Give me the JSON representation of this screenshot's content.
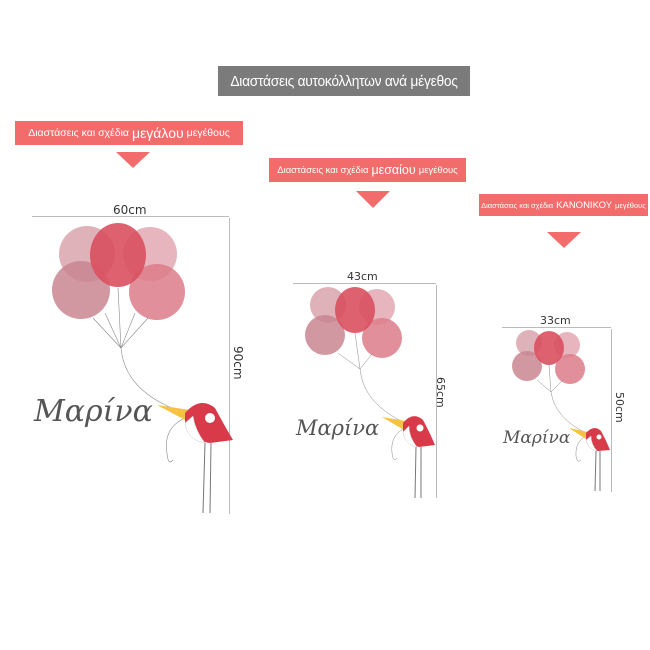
{
  "header": {
    "title": "Διαστάσεις αυτοκόλλητων ανά μέγεθος"
  },
  "sizes": [
    {
      "id": "large",
      "banner_prefix": "Διαστάσεις και σχέδια",
      "banner_emphasis": "μεγάλου",
      "banner_suffix": "μεγέθους",
      "width_label": "60cm",
      "height_label": "90cm",
      "name_text": "Μαρίνα"
    },
    {
      "id": "medium",
      "banner_prefix": "Διαστάσεις και σχέδια",
      "banner_emphasis": "μεσαίου",
      "banner_suffix": "μεγέθους",
      "width_label": "43cm",
      "height_label": "65cm",
      "name_text": "Μαρίνα"
    },
    {
      "id": "small",
      "banner_prefix": "Διαστάσεις και σχέδια",
      "banner_emphasis": "ΚΑΝΟΝΙΚΟΥ",
      "banner_suffix": "μεγέθους",
      "width_label": "33cm",
      "height_label": "50cm",
      "name_text": "Μαρίνα"
    }
  ],
  "colors": {
    "banner": "#f36c6c",
    "title_bar": "#7b7b7b",
    "balloon_main": "#d9505f",
    "balloon_light": "#d9a3ab",
    "balloon_mid": "#c98690",
    "bird_red": "#d93a4a",
    "beak": "#f5c242"
  }
}
